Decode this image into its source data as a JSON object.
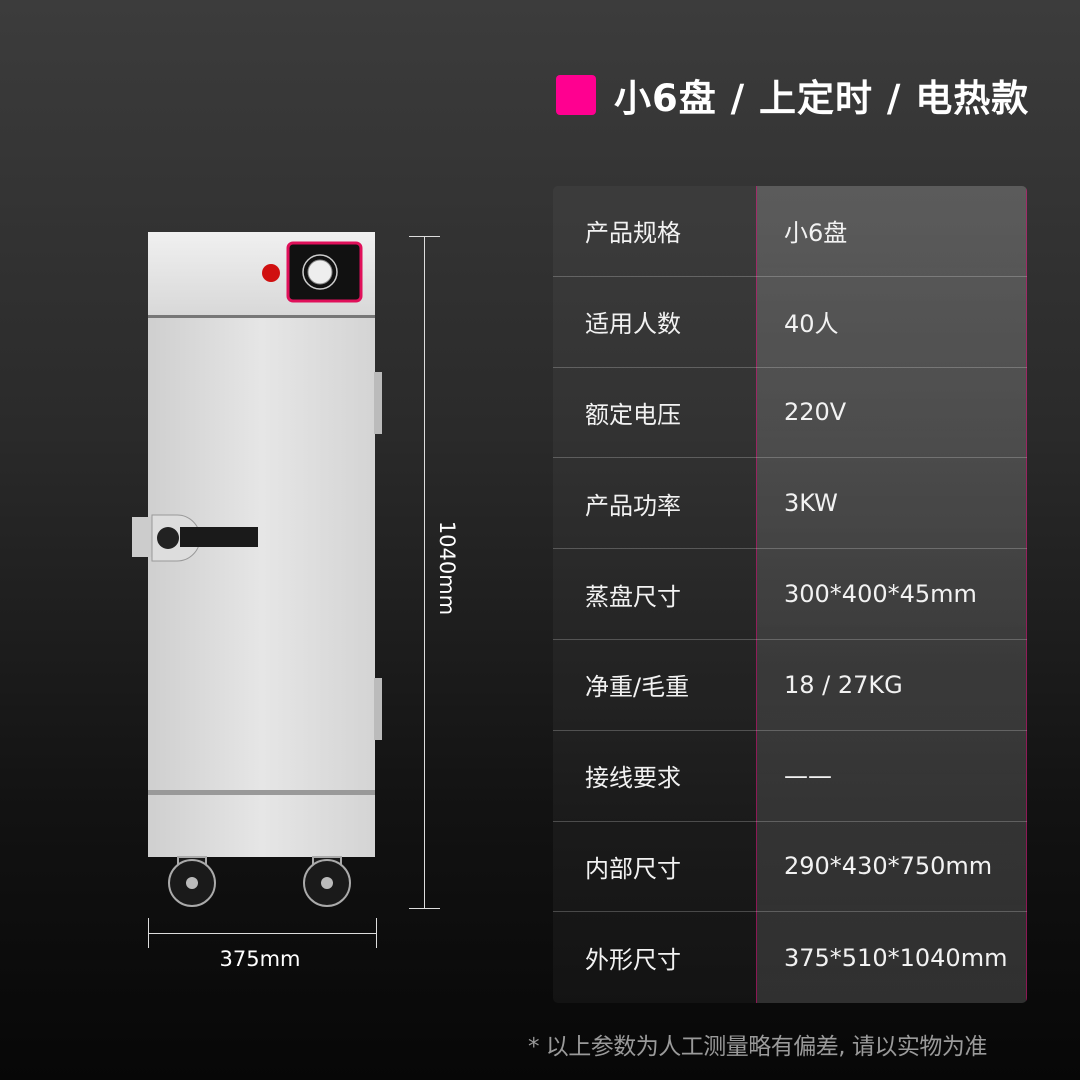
{
  "title": {
    "text": "小6盘 / 上定时 / 电热款",
    "accent_color": "#ff0090"
  },
  "specs": [
    {
      "label": "产品规格",
      "value": "小6盘"
    },
    {
      "label": "适用人数",
      "value": "40人"
    },
    {
      "label": "额定电压",
      "value": "220V"
    },
    {
      "label": "产品功率",
      "value": "3KW"
    },
    {
      "label": "蒸盘尺寸",
      "value": "300*400*45mm"
    },
    {
      "label": "净重/毛重",
      "value": "18 / 27KG"
    },
    {
      "label": "接线要求",
      "value": "——"
    },
    {
      "label": "内部尺寸",
      "value": "290*430*750mm"
    },
    {
      "label": "外形尺寸",
      "value": "375*510*1040mm"
    }
  ],
  "dimensions": {
    "height": "1040mm",
    "width": "375mm"
  },
  "note": "* 以上参数为人工测量略有偏差, 请以实物为准"
}
